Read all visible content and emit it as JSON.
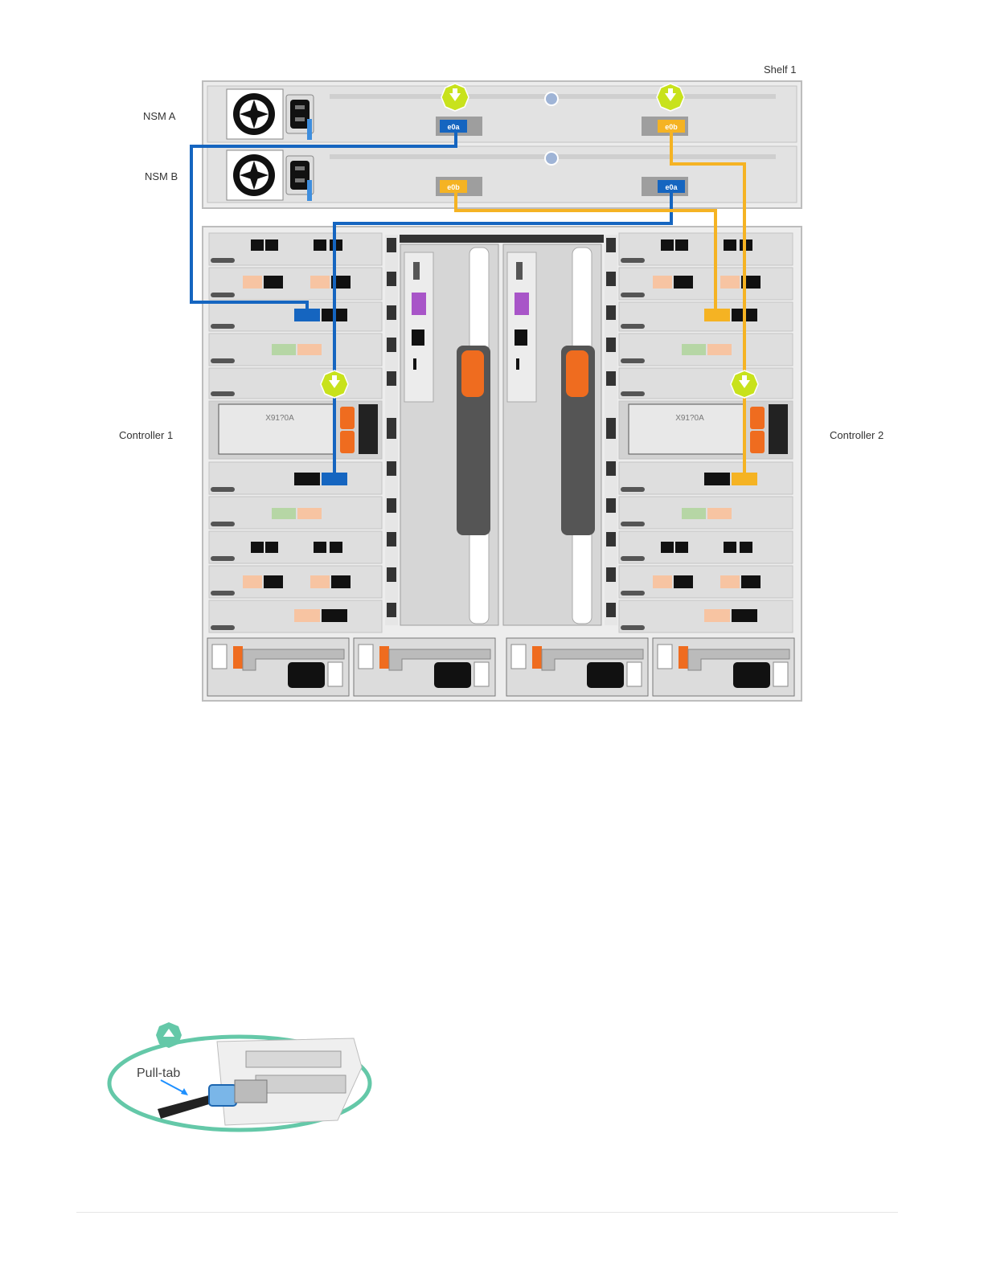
{
  "diagram": {
    "shelf_label": "Shelf 1",
    "nsm_a_label": "NSM A",
    "nsm_b_label": "NSM B",
    "controller1_label": "Controller 1",
    "controller2_label": "Controller 2",
    "module_label_left": "X91?0A",
    "module_label_right": "X91?0A",
    "ports": {
      "nsm_a_left": "e0a",
      "nsm_a_right": "e0b",
      "nsm_b_left": "e0b",
      "nsm_b_right": "e0a"
    },
    "colors": {
      "blue_cable": "#1565c0",
      "yellow_cable": "#f5b323",
      "push_tab_green": "#c8e21c",
      "orange_handle": "#ef6c1f",
      "teal_outline": "#64c8a8"
    }
  },
  "pulltab_figure": {
    "label": "Pull-tab"
  }
}
